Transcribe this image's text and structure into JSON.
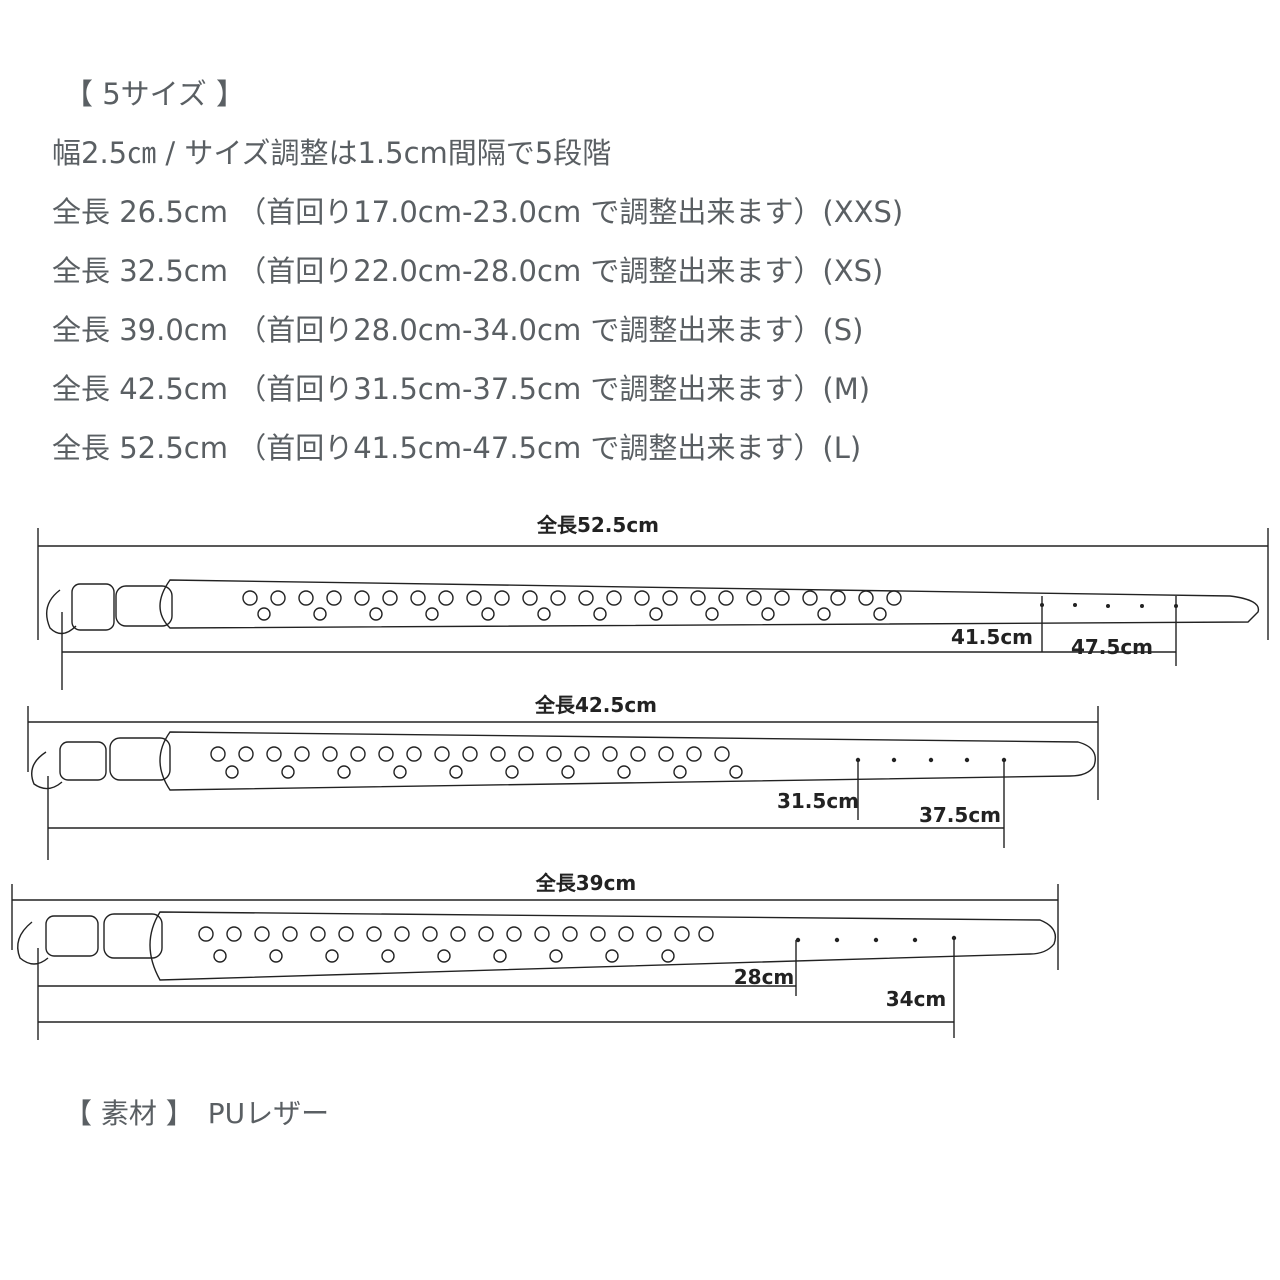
{
  "heading": "【 5サイズ 】",
  "width_line": "幅2.5㎝ / サイズ調整は1.5cm間隔で5段階",
  "size_rows": [
    "全長 26.5cm （首回り17.0cm-23.0cm で調整出来ます）(XXS)",
    "全長 32.5cm （首回り22.0cm-28.0cm で調整出来ます）(XS)",
    "全長 39.0cm （首回り28.0cm-34.0cm で調整出来ます）(S)",
    "全長 42.5cm （首回り31.5cm-37.5cm で調整出来ます）(M)",
    "全長 52.5cm （首回り41.5cm-47.5cm で調整出来ます）(L)"
  ],
  "collars": [
    {
      "total": "全長52.5cm",
      "min": "41.5cm",
      "max": "47.5cm"
    },
    {
      "total": "全長42.5cm",
      "min": "31.5cm",
      "max": "37.5cm"
    },
    {
      "total": "全長39cm",
      "min": "28cm",
      "max": "34cm"
    }
  ],
  "material": "【 素材 】　PUレザー",
  "colors": {
    "text": "#5a5f63",
    "line": "#222222"
  }
}
